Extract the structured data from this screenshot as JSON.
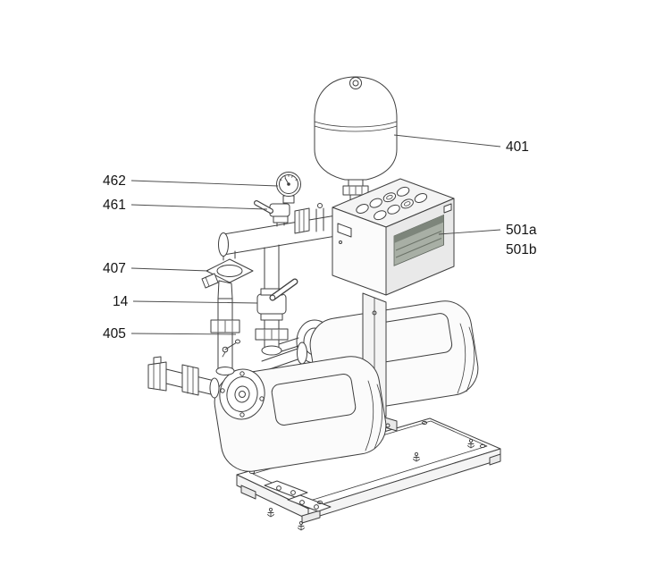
{
  "figure": {
    "background": "#ffffff",
    "line_color": "#3f3f3f",
    "description": "isometric-line-drawing-twin-pump-booster-set",
    "callouts": [
      {
        "label": "401"
      },
      {
        "label": "462"
      },
      {
        "label": "461"
      },
      {
        "label": "407"
      },
      {
        "label": "14"
      },
      {
        "label": "405"
      },
      {
        "label": "501a"
      },
      {
        "label": "501b"
      }
    ]
  }
}
